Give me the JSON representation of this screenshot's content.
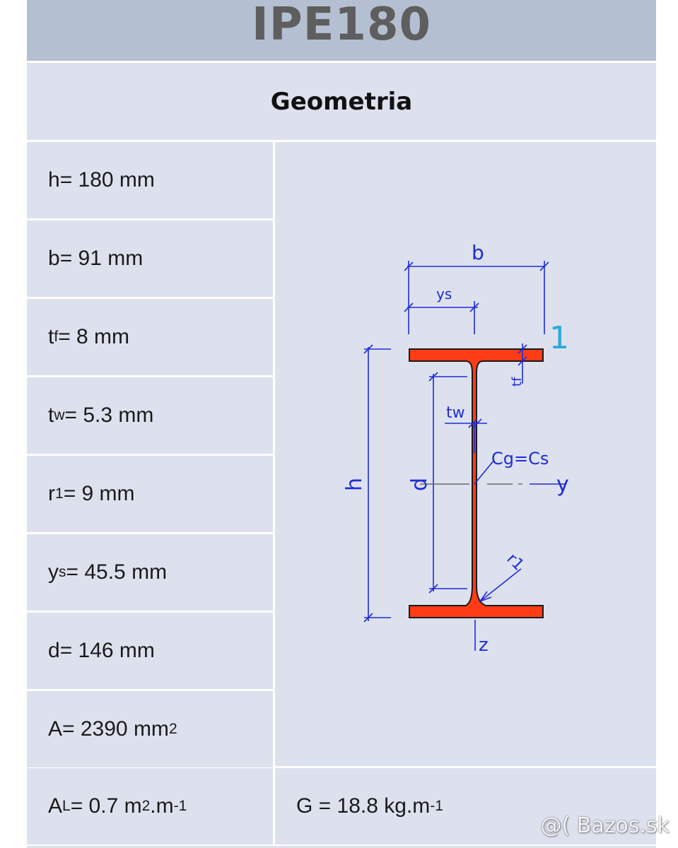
{
  "title": "IPE180",
  "section": {
    "heading": "Geometria"
  },
  "properties": [
    {
      "symbol": "h",
      "sub": "",
      "eq": " = 180 mm",
      "sup": ""
    },
    {
      "symbol": "b",
      "sub": "",
      "eq": " = 91 mm",
      "sup": ""
    },
    {
      "symbol": "t",
      "sub": "f",
      "eq": " = 8 mm",
      "sup": ""
    },
    {
      "symbol": "t",
      "sub": "w",
      "eq": " = 5.3 mm",
      "sup": ""
    },
    {
      "symbol": "r",
      "sub": "1",
      "eq": " = 9 mm",
      "sup": ""
    },
    {
      "symbol": "y",
      "sub": "s",
      "eq": " = 45.5 mm",
      "sup": ""
    },
    {
      "symbol": "d",
      "sub": "",
      "eq": " = 146 mm",
      "sup": ""
    },
    {
      "symbol": "A",
      "sub": "",
      "eq": " = 2390 mm",
      "sup": "2"
    }
  ],
  "area_per_length": {
    "symbol": "A",
    "sub": "L",
    "eq1": " = 0.7 m",
    "sup1": "2",
    "eq2": ".m",
    "sup2": "-1"
  },
  "weight": {
    "eq": "G = 18.8 kg.m",
    "sup": "-1"
  },
  "diagram": {
    "labels": {
      "b": "b",
      "ys": "ys",
      "one": "1",
      "tf": "tf",
      "tw": "tw",
      "cg": "Cg=Cs",
      "y": "y",
      "h": "h",
      "d": "d",
      "r1": "r1",
      "z": "z"
    },
    "colors": {
      "section_fill": "#ff3c14",
      "outline": "#1a1a1a",
      "dimension": "#1f2bd8",
      "marker": "#2aa8d8"
    }
  },
  "watermark": "@( Bazos.sk"
}
